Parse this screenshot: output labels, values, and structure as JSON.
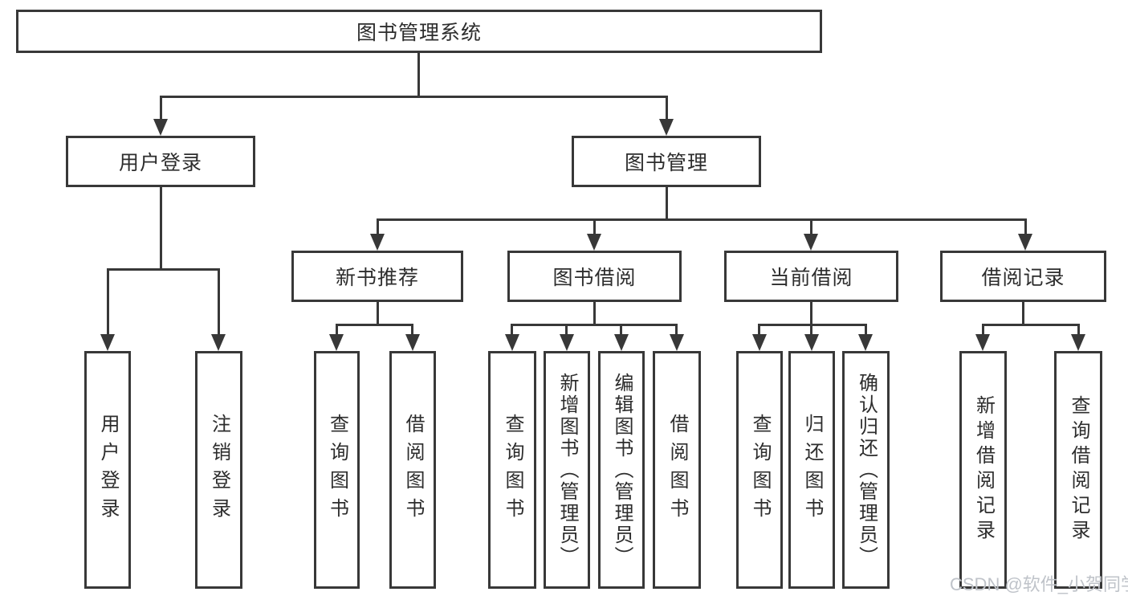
{
  "colors": {
    "line": "#383838",
    "text": "#2d2d2d",
    "background": "#ffffff",
    "watermark": "#bfc3c9"
  },
  "tree": {
    "root": {
      "label": "图书管理系统"
    },
    "level2": {
      "user": {
        "label": "用户登录"
      },
      "book": {
        "label": "图书管理"
      }
    },
    "level3": {
      "recommend": {
        "label": "新书推荐"
      },
      "borrow": {
        "label": "图书借阅"
      },
      "current": {
        "label": "当前借阅"
      },
      "records": {
        "label": "借阅记录"
      }
    },
    "leaves": {
      "user": [
        "用户登录",
        "注销登录"
      ],
      "recommend": [
        "查询图书",
        "借阅图书"
      ],
      "borrow": [
        "查询图书",
        "新增图书（管理员）",
        "编辑图书（管理员）",
        "借阅图书"
      ],
      "current": [
        "查询图书",
        "归还图书",
        "确认归还（管理员）"
      ],
      "records": [
        "新增借阅记录",
        "查询借阅记录"
      ]
    }
  },
  "watermark": {
    "text": "CSDN @软件_小贺同学"
  }
}
